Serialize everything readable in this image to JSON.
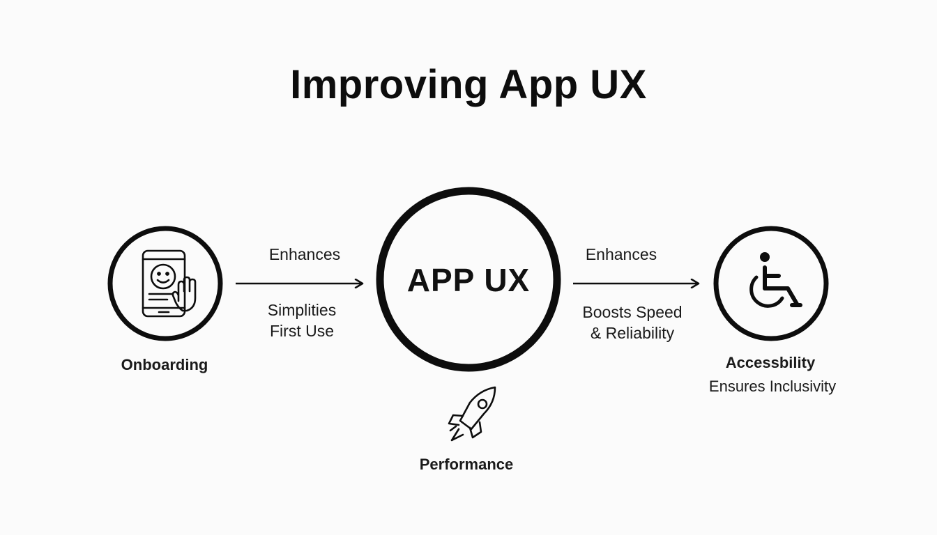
{
  "title": "Improving App UX",
  "center": {
    "label": "APP UX"
  },
  "left_node": {
    "label": "Onboarding",
    "icon": "phone-hand-icon"
  },
  "left_arrow": {
    "top_label": "Enhances",
    "bottom_label_line1": "Simplities",
    "bottom_label_line2": "First Use"
  },
  "right_node": {
    "label": "Accessbility",
    "sublabel": "Ensures Inclusivity",
    "icon": "wheelchair-icon"
  },
  "right_arrow": {
    "top_label": "Enhances",
    "bottom_label_line1": "Boosts Speed",
    "bottom_label_line2": "& Reliability"
  },
  "bottom_node": {
    "label": "Performance",
    "icon": "rocket-icon"
  },
  "colors": {
    "stroke": "#0d0d0d",
    "background": "#fbfbfb"
  }
}
